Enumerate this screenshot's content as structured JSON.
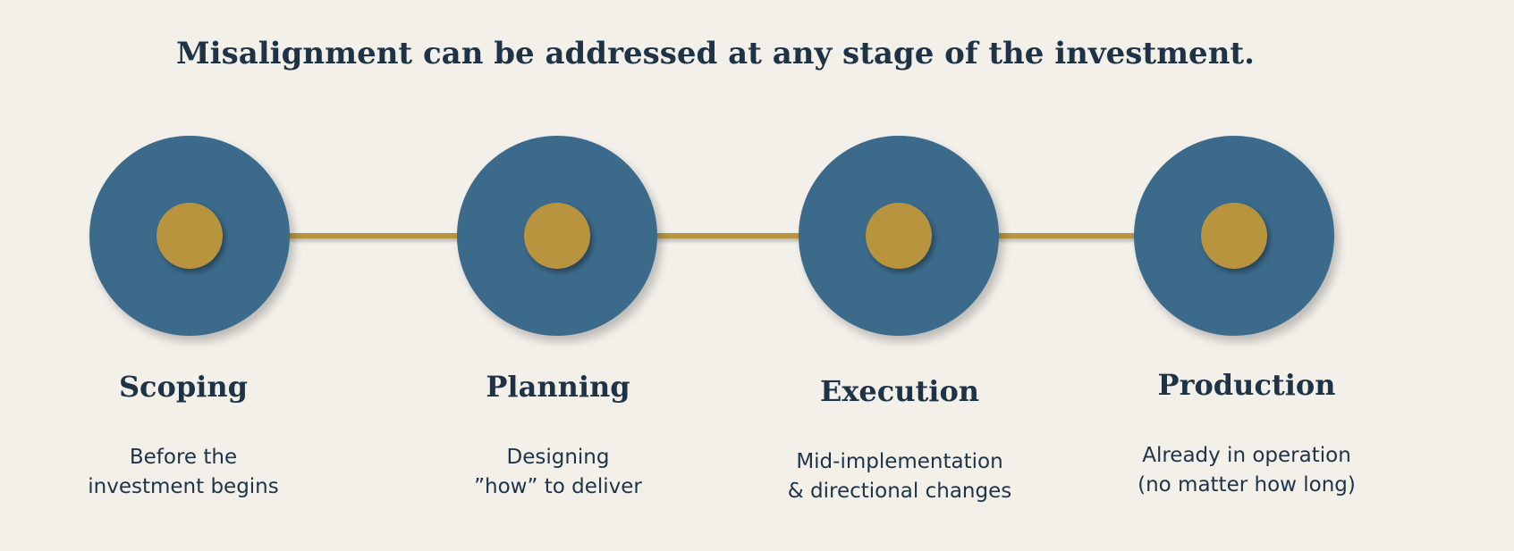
{
  "title": "Misalignment can be addressed at any stage of the investment.",
  "colors": {
    "background": "#f3f0ea",
    "circle_outer": "#3c6a8b",
    "circle_inner": "#b8943e",
    "connector": "#b89540",
    "text": "#1f3347"
  },
  "stages": [
    {
      "name": "Scoping",
      "description": [
        "Before the",
        "investment begins"
      ]
    },
    {
      "name": "Planning",
      "description": [
        "Designing",
        "”how” to deliver"
      ]
    },
    {
      "name": "Execution",
      "description": [
        "Mid-implementation",
        "& directional changes"
      ]
    },
    {
      "name": "Production",
      "description": [
        "Already in operation",
        "(no matter how long)"
      ]
    }
  ]
}
